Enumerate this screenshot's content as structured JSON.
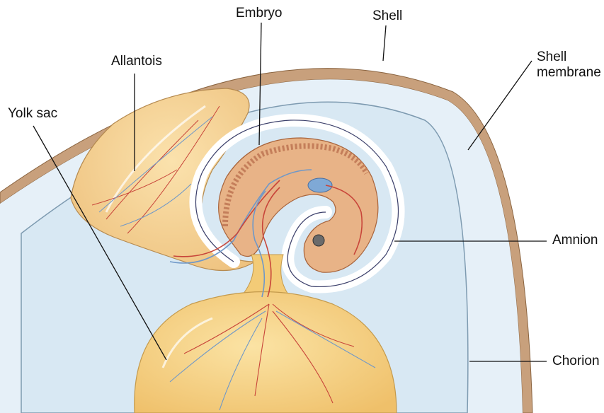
{
  "labels": {
    "embryo": "Embryo",
    "shell": "Shell",
    "allantois": "Allantois",
    "shell_membrane_line1": "Shell",
    "shell_membrane_line2": "membrane",
    "yolk_sac": "Yolk sac",
    "amnion": "Amnion",
    "chorion": "Chorion"
  },
  "colors": {
    "shell": "#c8a07c",
    "albumen": "#dcebf5",
    "yolk": "#f3cb77",
    "embryo": "#e8b387",
    "vessel_red": "#c8453a",
    "vessel_blue": "#6f98c8"
  }
}
